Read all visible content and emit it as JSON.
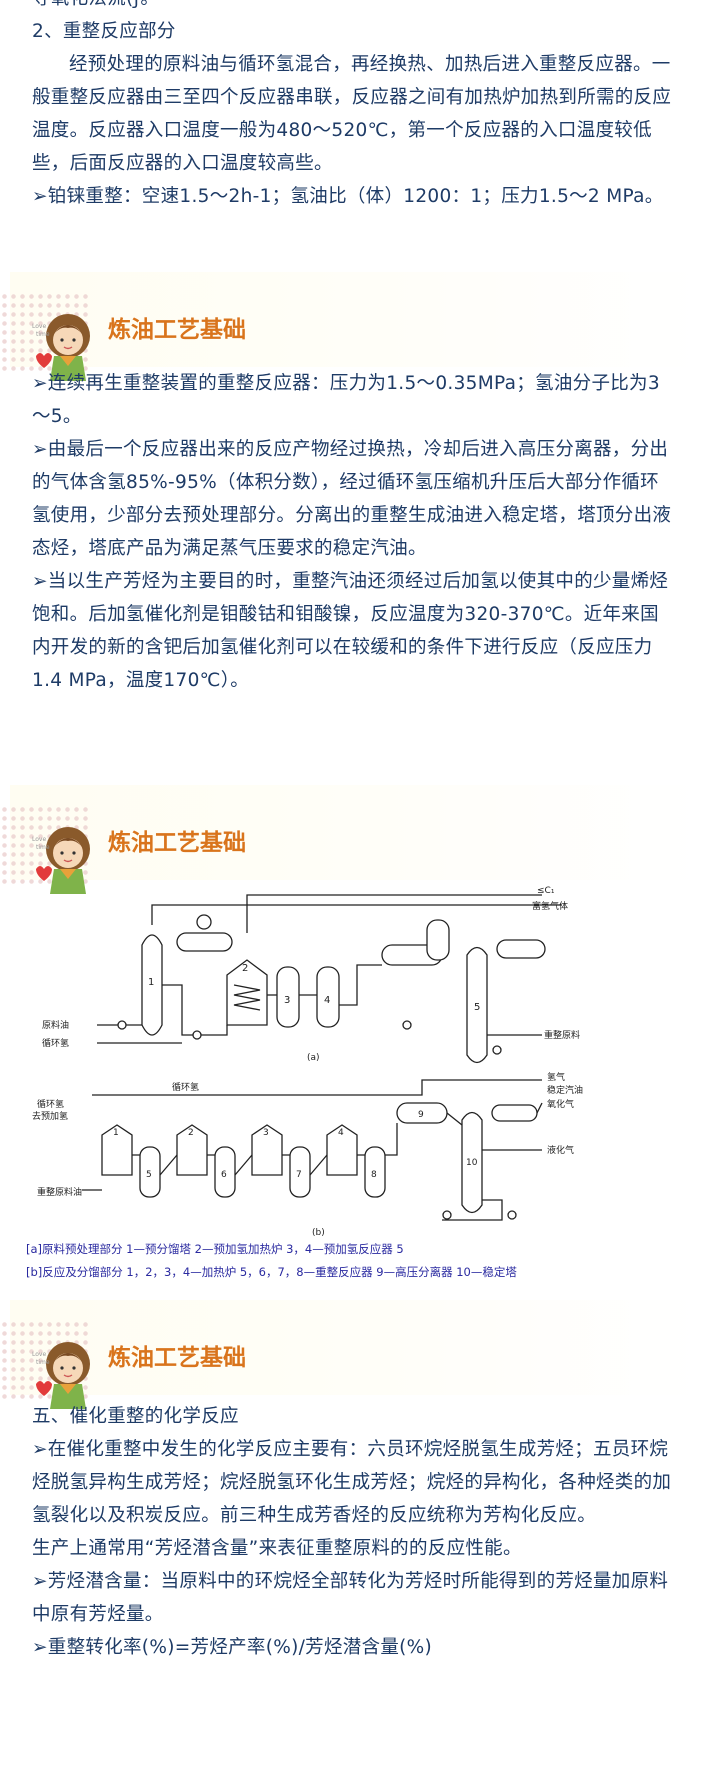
{
  "slide1": {
    "cut_line": "导氧化法流(ƒ。",
    "section_title": "2、重整反应部分",
    "para1": "经预处理的原料油与循环氢混合，再经换热、加热后进入重整反应器。一般重整反应器由三至四个反应器串联，反应器之间有加热炉加热到所需的反应温度。反应器入口温度一般为480～520℃，第一个反应器的入口温度较低些，后面反应器的入口温度较高些。",
    "bullet1": "➢铂铼重整：空速1.5～2h-1；氢油比（体）1200：1；压力1.5～2 MPa。"
  },
  "slide2": {
    "heading": "炼油工艺基础",
    "b1": "➢连续再生重整装置的重整反应器：压力为1.5～0.35MPa；氢油分子比为3～5。",
    "b2": "➢由最后一个反应器出来的反应产物经过换热，冷却后进入高压分离器，分出的气体含氢85%-95%（体积分数），经过循环氢压缩机升压后大部分作循环氢使用，少部分去预处理部分。分离出的重整生成油进入稳定塔，塔顶分出液态烃，塔底产品为满足蒸气压要求的稳定汽油。",
    "b3": "➢当以生产芳烃为主要目的时，重整汽油还须经过后加氢以使其中的少量烯烃饱和。后加氢催化剂是钼酸钴和钼酸镍，反应温度为320-370℃。近年来国内开发的新的含钯后加氢催化剂可以在较缓和的条件下进行反应（反应压力1.4 MPa，温度170℃）。"
  },
  "slide3": {
    "heading": "炼油工艺基础",
    "diagram": {
      "a_label": "(a)",
      "b_label": "(b)",
      "labels_a": {
        "feed": "原料油",
        "recycle": "循环氢",
        "c1": "≤C₁",
        "rich_gas": "富氢气体",
        "reform_feed": "重整原料",
        "n1": "1",
        "n2": "2",
        "n3": "3",
        "n4": "4",
        "n5": "5"
      },
      "labels_b": {
        "recycle_h2": "循环氢",
        "to_prehydro": "去预加氢",
        "recycle_b": "循环氢",
        "reform_feed": "重整原料油",
        "h2": "氢气",
        "stable_gasoline": "稳定汽油",
        "tail_gas": "氧化气",
        "lpg": "液化气",
        "n1": "1",
        "n2": "2",
        "n3": "3",
        "n4": "4",
        "n5": "5",
        "n6": "6",
        "n7": "7",
        "n8": "8",
        "n9": "9",
        "n10": "10"
      }
    },
    "caption_a": "[a]原料预处理部分 1—预分馏塔 2—预加氢加热炉 3，4—预加氢反应器 5",
    "caption_b": "[b]反应及分馏部分 1，2，3，4—加热炉 5，6，7，8—重整反应器 9—高压分离器 10—稳定塔"
  },
  "slide4": {
    "heading": "炼油工艺基础",
    "section_title": "五、催化重整的化学反应",
    "b1": "➢在催化重整中发生的化学反应主要有：六员环烷烃脱氢生成芳烃；五员环烷烃脱氢异构生成芳烃；烷烃脱氢环化生成芳烃；烷烃的异构化，各种烃类的加氢裂化以及积炭反应。前三种生成芳香烃的反应统称为芳构化反应。",
    "p2": "生产上通常用“芳烃潜含量”来表征重整原料的的反应性能。",
    "b3": "➢芳烃潜含量：当原料中的环烷烃全部转化为芳烃时所能得到的芳烃量加原料中原有芳烃量。",
    "b4": "➢重整转化率(%)=芳烃产率(%)/芳烃潜含量(%)"
  },
  "colors": {
    "heading": "#d9741c",
    "text": "#1e3b66",
    "caption": "#2a2aa0"
  }
}
